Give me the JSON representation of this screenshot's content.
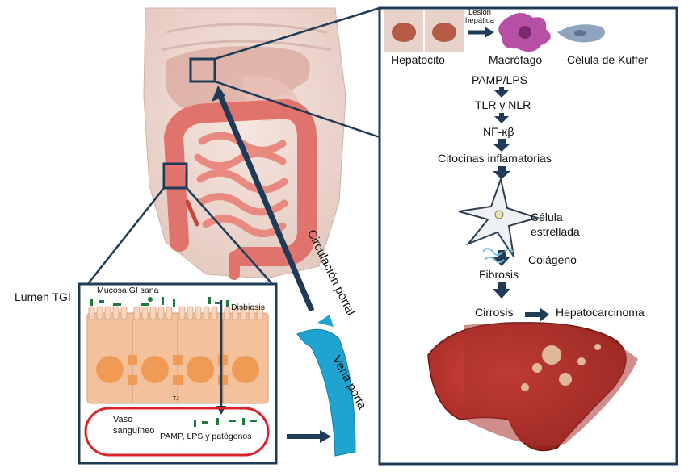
{
  "left": {
    "lumen_label": "Lumen TGI",
    "healthy_mucosa": "Mucosa GI sana",
    "dysbiosis": "Disbiosis",
    "tj": "TJ",
    "vessel_label": "Vaso\nsanguíneo",
    "pamp_pathogens": "PAMP, LPS y patógenos",
    "portal_circulation": "Circulación portal",
    "portal_vein": "Vena porta"
  },
  "right": {
    "hepatocyte": "Hepatocito",
    "injury": "Lesión\nhepática",
    "macrophage": "Macrófago",
    "kupffer": "Célula de Kuffer",
    "pamp_lps": "PAMP/LPS",
    "tlr_nlr": "TLR y NLR",
    "nfkb": "NF-κβ",
    "cytokines": "Citocinas inflamatorias",
    "stellate": "Célula\nestrellada",
    "collagen": "Colágeno",
    "fibrosis": "Fibrosis",
    "cirrhosis": "Cirrosis",
    "hcc": "Hepatocarcinoma"
  },
  "colors": {
    "frame": "#1f3b57",
    "arrow": "#1f3b57",
    "vessel_red": "#d8232a",
    "portal_vein": "#1fa3d1",
    "intestine": "#e0736b",
    "enterocyte": "#f3c19b",
    "nucleus": "#ef9a55",
    "liver": "#b5302a"
  }
}
